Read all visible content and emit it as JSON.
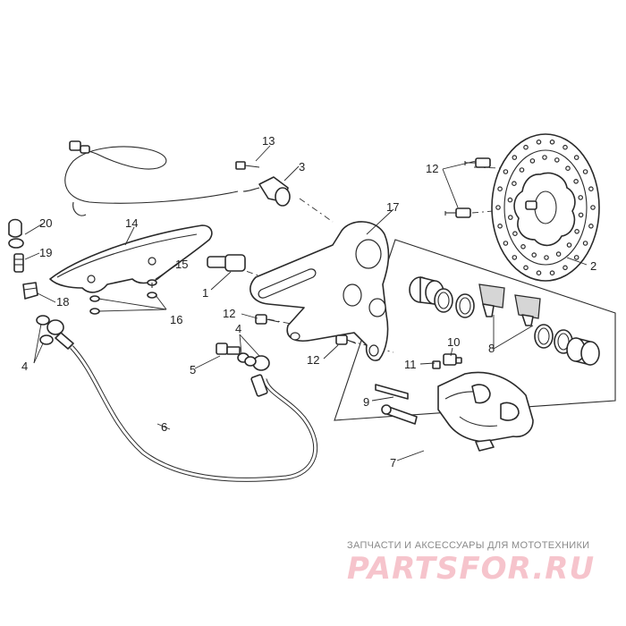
{
  "callouts": {
    "n1": "1",
    "n2": "2",
    "n3": "3",
    "n4a": "4",
    "n4b": "4",
    "n5": "5",
    "n6": "6",
    "n7": "7",
    "n8": "8",
    "n9": "9",
    "n10": "10",
    "n11": "11",
    "n12a": "12",
    "n12b": "12",
    "n12c": "12",
    "n13": "13",
    "n14": "14",
    "n15": "15",
    "n16": "16",
    "n17": "17",
    "n18": "18",
    "n19": "19",
    "n20": "20"
  },
  "watermark": {
    "tagline": "ЗАПЧАСТИ И АКСЕССУАРЫ ДЛЯ МОТОТЕХНИКИ",
    "logo": "PARTSFOR.RU"
  },
  "colors": {
    "line": "#2a2a2a",
    "watermark_tagline": "#8a8a8a",
    "watermark_logo": "#f6c4cc"
  }
}
